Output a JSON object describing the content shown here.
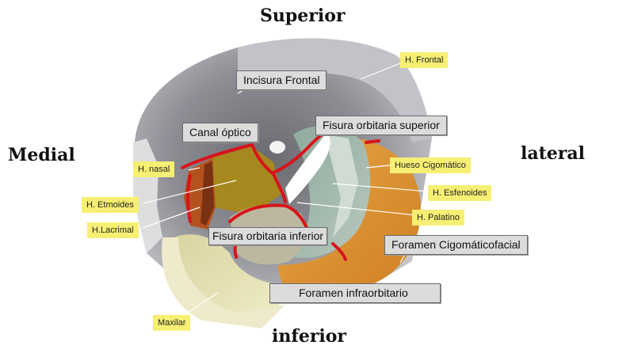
{
  "directions": {
    "superior": "Superior",
    "inferior": "inferior",
    "medial": "Medial",
    "lateral": "lateral"
  },
  "bone_labels": {
    "frontal": "H. Frontal",
    "nasal": "H. nasal",
    "etmoides": "H. Etmoides",
    "lacrimal": "H.Lacrimal",
    "maxilar": "Maxilar",
    "cigomatico": "Hueso Cigomático",
    "esfenoides": "H. Esfenoides",
    "palatino": "H. Palatino"
  },
  "structure_labels": {
    "incisura_frontal": "Incisura Frontal",
    "canal_optico": "Canal óptico",
    "fisura_superior": "Fisura orbitaria superior",
    "fisura_inferior": "Fisura orbitaria inferior",
    "foramen_cigomaticofacial": "Foramen Cigomáticofacial",
    "foramen_infraorbitario": "Foramen infraorbitario"
  },
  "colors": {
    "frontal": "#b3b3b9",
    "frontal_shadow": "#6f6f75",
    "esfenoides": "#a7bdb1",
    "cigomatico": "#e09a34",
    "maxilar": "#e8e3b4",
    "etmoides": "#a6881e",
    "lacrimal": "#b4521f",
    "palatino": "#bcb8a0",
    "suture": "#d8141a",
    "label_yellow": "#f7ef73",
    "label_gray": "#dcdcdc"
  }
}
